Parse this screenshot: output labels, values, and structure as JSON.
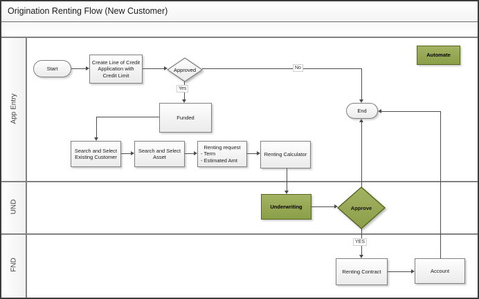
{
  "title": "Origination Renting Flow (New Customer)",
  "lanes": [
    {
      "label": "App Entry"
    },
    {
      "label": "UND"
    },
    {
      "label": "FND"
    }
  ],
  "nodes": {
    "start": {
      "label": "Start",
      "type": "terminator"
    },
    "create_app": {
      "lines": [
        "Create Line of Credit",
        "Application with",
        "Credit Limit"
      ],
      "type": "process"
    },
    "approved": {
      "label": "Approved",
      "type": "decision"
    },
    "funded": {
      "label": "Funded",
      "type": "process"
    },
    "search_customer": {
      "lines": [
        "Search and Select",
        "Existing Customer"
      ],
      "type": "process"
    },
    "search_asset": {
      "lines": [
        "Search and Select",
        "Asset"
      ],
      "type": "process"
    },
    "renting_request": {
      "lines": [
        "Renting request",
        "- Term",
        "- Estimated Amt"
      ],
      "type": "process"
    },
    "renting_calculator": {
      "label": "Renting Calculator",
      "type": "process"
    },
    "automate": {
      "label": "Automate",
      "type": "process-highlighted"
    },
    "end": {
      "label": "End",
      "type": "terminator"
    },
    "underwriting": {
      "label": "Underwriting",
      "type": "process-highlighted"
    },
    "approve": {
      "label": "Approve",
      "type": "decision-highlighted"
    },
    "renting_contract": {
      "label": "Renting Contract",
      "type": "process"
    },
    "account": {
      "label": "Account",
      "type": "process"
    }
  },
  "edge_labels": {
    "approved_no": "No",
    "approved_yes": "Yes",
    "approve_yes": "YES"
  },
  "colors": {
    "highlight_green": "#94A74F",
    "highlight_green_border": "#55631F",
    "connector": "#4D4D4D",
    "lane_border": "#808080"
  }
}
